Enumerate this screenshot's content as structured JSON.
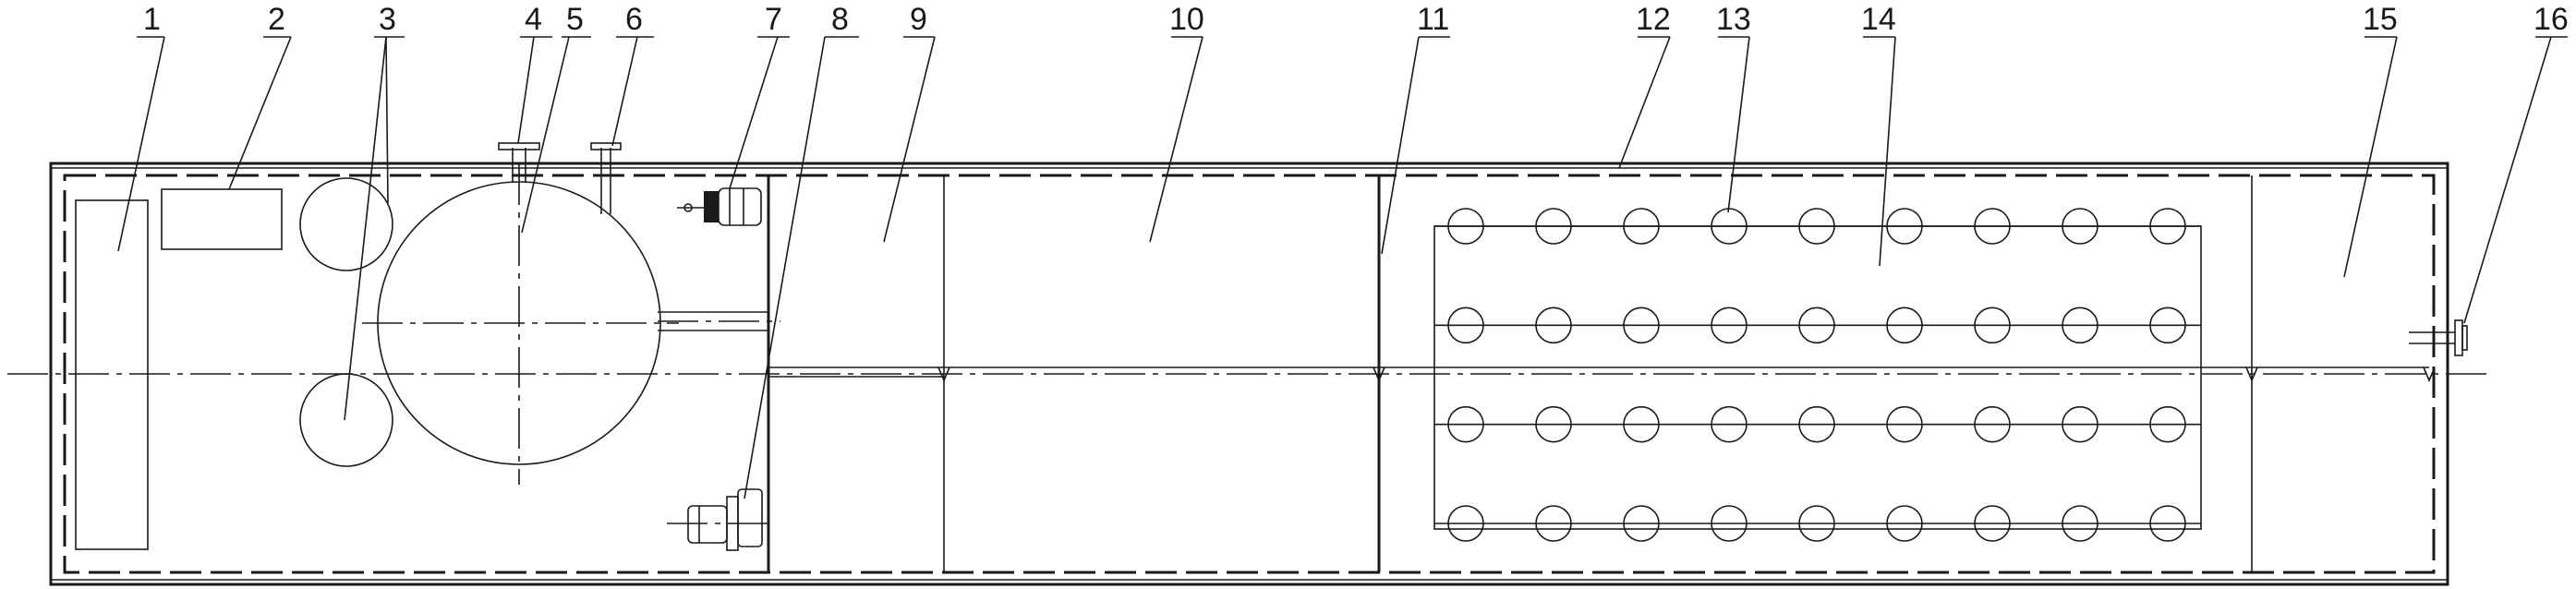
{
  "diagram": {
    "callouts": [
      {
        "id": "1",
        "label": "1"
      },
      {
        "id": "2",
        "label": "2"
      },
      {
        "id": "3",
        "label": "3"
      },
      {
        "id": "4",
        "label": "4"
      },
      {
        "id": "5",
        "label": "5"
      },
      {
        "id": "6",
        "label": "6"
      },
      {
        "id": "7",
        "label": "7"
      },
      {
        "id": "8",
        "label": "8"
      },
      {
        "id": "9",
        "label": "9"
      },
      {
        "id": "10",
        "label": "10"
      },
      {
        "id": "11",
        "label": "11"
      },
      {
        "id": "12",
        "label": "12"
      },
      {
        "id": "13",
        "label": "13"
      },
      {
        "id": "14",
        "label": "14"
      },
      {
        "id": "15",
        "label": "15"
      },
      {
        "id": "16",
        "label": "16"
      }
    ],
    "tube_grid": {
      "rows": 4,
      "columns": 9
    },
    "line_color": "#1a1a1a",
    "background_color": "#ffffff"
  }
}
